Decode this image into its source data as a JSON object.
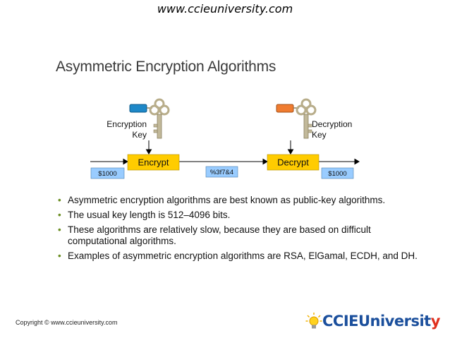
{
  "header": {
    "site_url": "www.ccieuniversity.com"
  },
  "slide": {
    "title": "Asymmetric Encryption Algorithms",
    "diagram": {
      "encryption_key_label_line1": "Encryption",
      "encryption_key_label_line2": "Key",
      "decryption_key_label_line1": "Decryption",
      "decryption_key_label_line2": "Key",
      "encrypt_box": "Encrypt",
      "decrypt_box": "Decrypt",
      "plaintext_in": "$1000",
      "ciphertext": "%3f7&4",
      "plaintext_out": "$1000",
      "colors": {
        "box_fill": "#ffcc00",
        "value_fill": "#99ccff",
        "encryption_key_tag": "#1e88c8",
        "decryption_key_tag": "#f07c30",
        "key_metal": "#c2b99a"
      }
    },
    "bullets": [
      "Asymmetric encryption algorithms are best known as public-key algorithms.",
      "The usual key length is 512–4096 bits.",
      "These algorithms are relatively slow, because they are based on difficult computational algorithms.",
      "Examples of asymmetric encryption algorithms are RSA, ElGamal, ECDH, and DH."
    ]
  },
  "footer": {
    "copyright": "Copyright © www.ccieuniversity.com",
    "brand_ccie": "CCIE",
    "brand_univ": "Universit",
    "brand_y": "y"
  }
}
